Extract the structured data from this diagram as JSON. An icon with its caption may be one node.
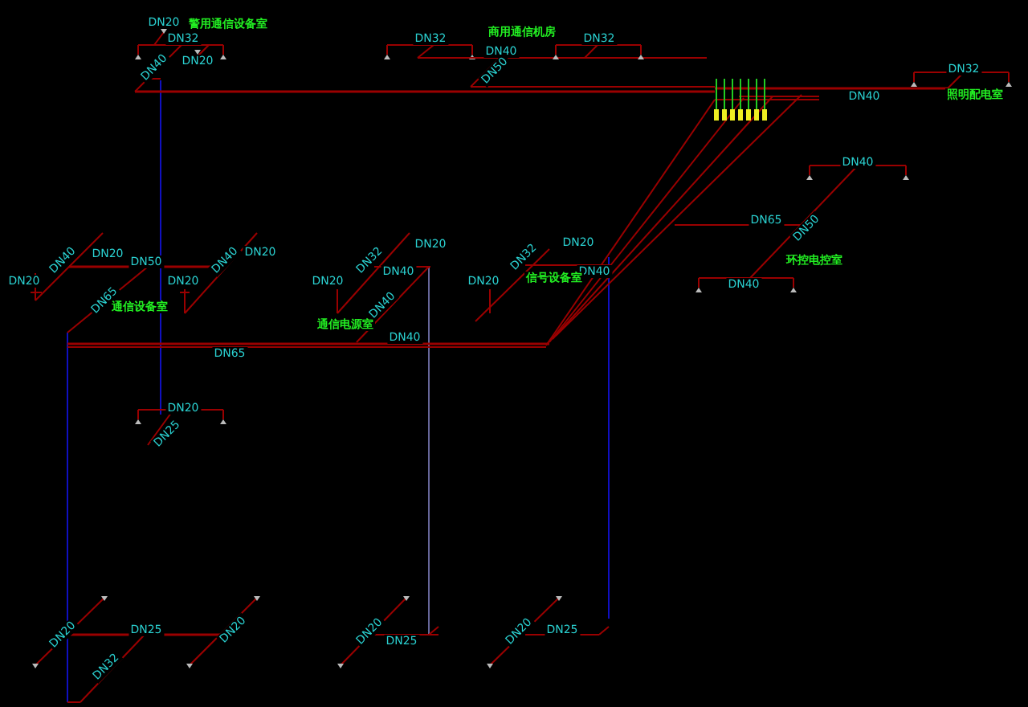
{
  "diagram": {
    "labels": [
      "DN20",
      "警用通信设备室",
      "DN32",
      "DN20",
      "DN40",
      "商用通信机房",
      "DN32",
      "DN32",
      "DN40",
      "DN50",
      "DN32",
      "DN40",
      "照明配电室",
      "DN40",
      "DN20",
      "DN50",
      "DN20",
      "DN20",
      "DN20",
      "DN40",
      "DN65",
      "通信设备室",
      "DN32",
      "DN20",
      "DN40",
      "DN20",
      "DN40",
      "通信电源室",
      "DN40",
      "DN65",
      "DN20",
      "DN32",
      "DN20",
      "DN40",
      "信号设备室",
      "DN40",
      "DN65",
      "DN50",
      "环控电控室",
      "DN40",
      "DN20",
      "DN25",
      "DN20",
      "DN25",
      "DN20",
      "DN32",
      "DN20",
      "DN25",
      "DN20",
      "DN25"
    ]
  }
}
